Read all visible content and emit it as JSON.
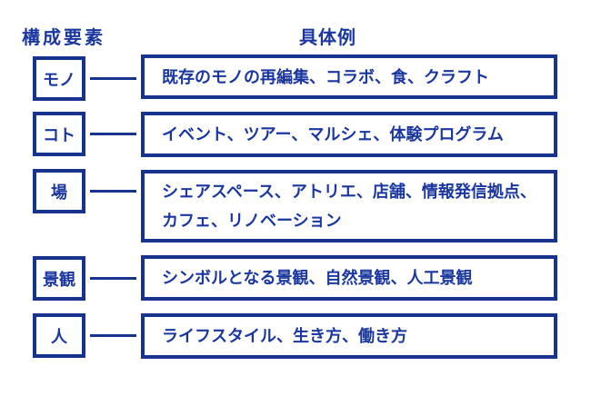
{
  "headers": {
    "components": "構成要素",
    "examples": "具体例"
  },
  "rows": [
    {
      "label": "モノ",
      "example_lines": [
        "既存のモノの再編集、コラボ、食、クラフト"
      ]
    },
    {
      "label": "コト",
      "example_lines": [
        "イベント、ツアー、マルシェ、体験プログラム"
      ]
    },
    {
      "label": "場",
      "example_lines": [
        "シェアスペース、アトリエ、店舗、情報発信拠点、",
        "カフェ、リノベーション"
      ]
    },
    {
      "label": "景観",
      "example_lines": [
        "シンボルとなる景観、自然景観、人工景観"
      ]
    },
    {
      "label": "人",
      "example_lines": [
        "ライフスタイル、生き方、働き方"
      ]
    }
  ],
  "colors": {
    "line_blue": "#16338e",
    "text_blue": "#1a37a0",
    "background": "#ffffff"
  }
}
